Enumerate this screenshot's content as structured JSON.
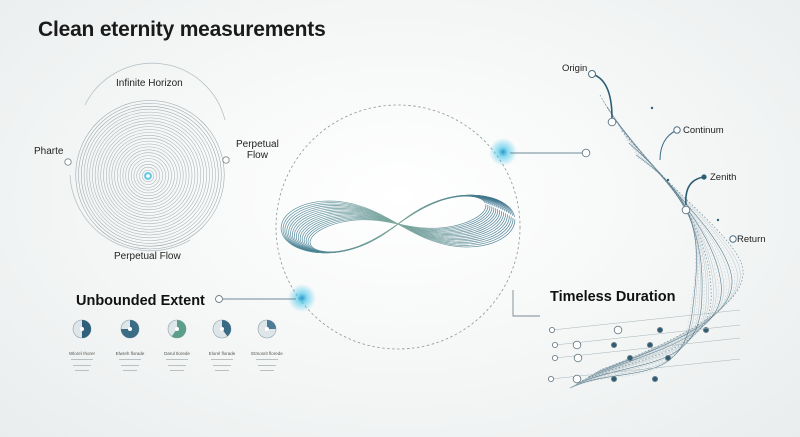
{
  "title": "Clean eternity measurements",
  "spiral_labels": {
    "top": "Infinite Horizon",
    "left": "Pharte",
    "right": "Perpetual\nFlow",
    "bottom": "Perpetual Flow"
  },
  "right_labels": [
    "Origin",
    "Continum",
    "Zenith",
    "Return"
  ],
  "headings": {
    "unbounded": "Unbounded Extent",
    "timeless": "Timeless Duration"
  },
  "pie_items": [
    {
      "fraction": 0.5,
      "caption": "Wlorel rhorer",
      "color": "#2f5f7a"
    },
    {
      "fraction": 0.75,
      "caption": "Elwreh florade",
      "color": "#3b6d86"
    },
    {
      "fraction": 0.6,
      "caption": "Darul tlorede",
      "color": "#5d9e8a"
    },
    {
      "fraction": 0.4,
      "caption": "Elorel florade",
      "color": "#3a6a84"
    },
    {
      "fraction": 0.25,
      "caption": "Etmosrit florede",
      "color": "#4b7d96"
    }
  ],
  "colors": {
    "accent": "#2aa0c8",
    "glow": "#3ec3e8",
    "line": "#8a9aa2",
    "dark_teal": "#2e5d73",
    "green": "#8fb796"
  }
}
